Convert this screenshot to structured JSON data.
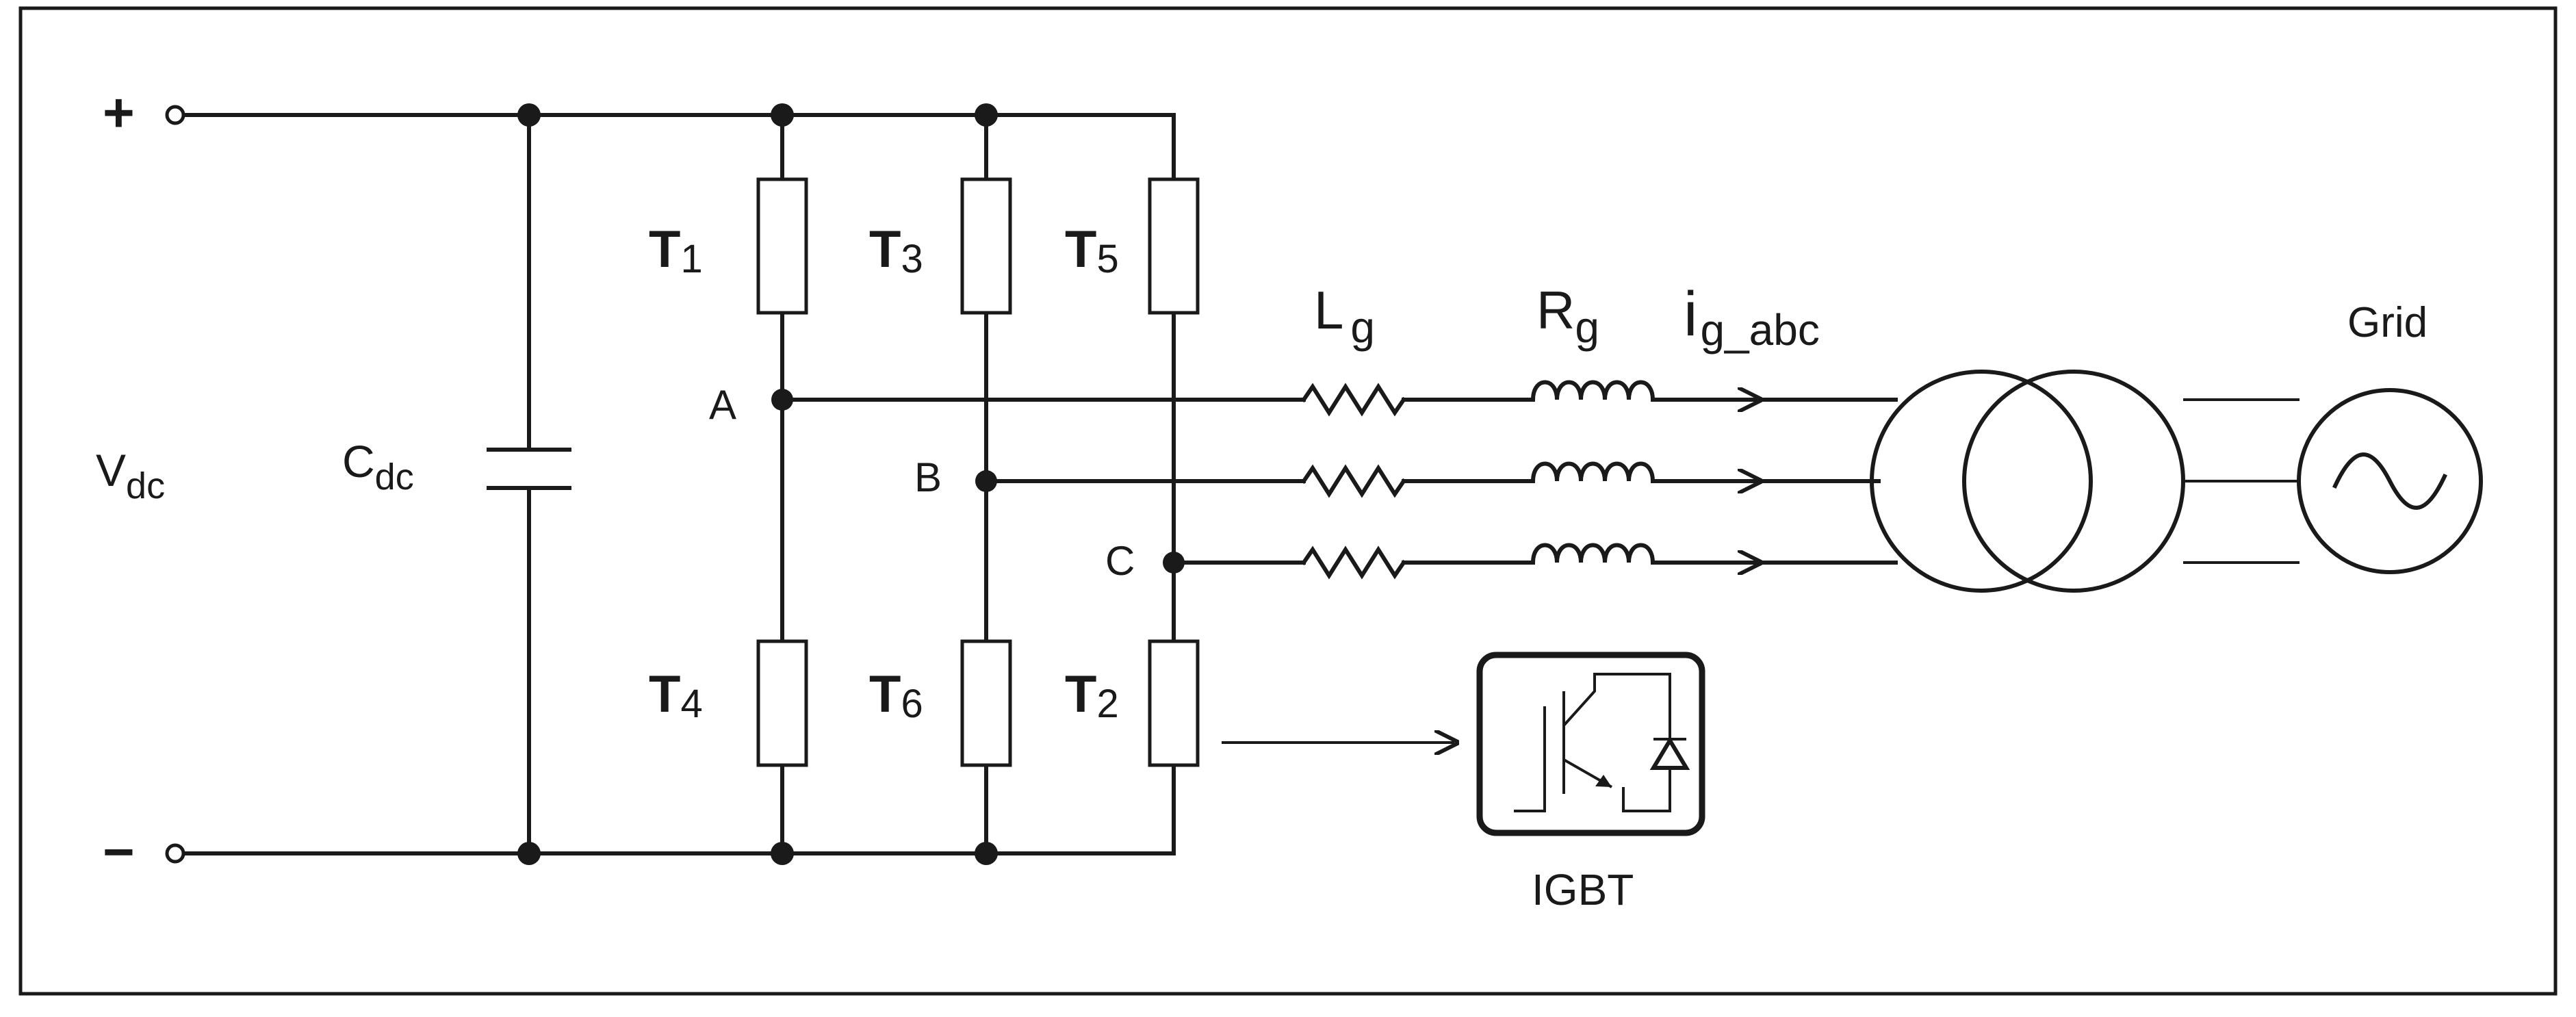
{
  "labels": {
    "plus": "+",
    "minus": "−",
    "vdc_main": "V",
    "vdc_sub": "dc",
    "cdc_main": "C",
    "cdc_sub": "dc",
    "t1_main": "T",
    "t1_sub": "1",
    "t3_main": "T",
    "t3_sub": "3",
    "t5_main": "T",
    "t5_sub": "5",
    "t4_main": "T",
    "t4_sub": "4",
    "t6_main": "T",
    "t6_sub": "6",
    "t2_main": "T",
    "t2_sub": "2",
    "node_a": "A",
    "node_b": "B",
    "node_c": "C",
    "lg_main": "L",
    "lg_sub": "g",
    "rg_main": "R",
    "rg_sub": "g",
    "ig_main": "i",
    "ig_sub": "g_abc",
    "grid": "Grid",
    "igbt": "IGBT"
  },
  "colors": {
    "line": "#1a1a1a",
    "background": "#ffffff"
  }
}
